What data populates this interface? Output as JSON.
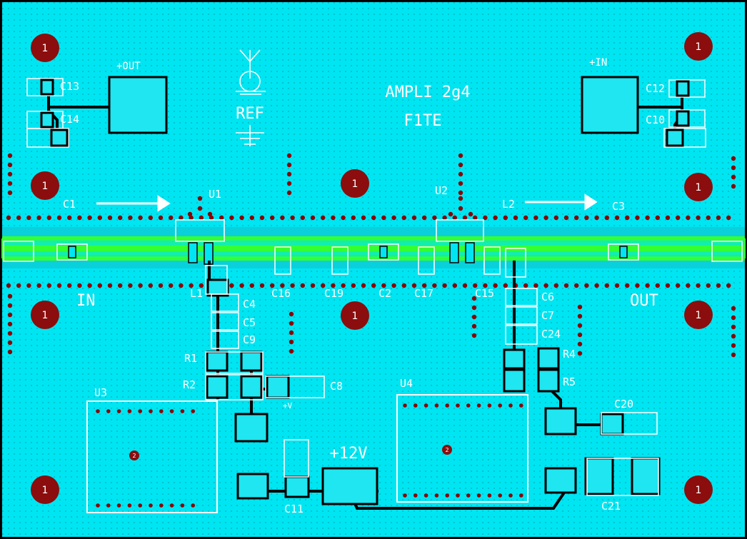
{
  "title": "AMPLI  2g4",
  "subtitle": "F1TE",
  "ref_label": "REF",
  "supply_label": "+12V",
  "plus_v_label": "+V",
  "io": {
    "in": "IN",
    "out": "OUT",
    "plus_out": "+OUT",
    "plus_in": "+IN"
  },
  "mounting_hole_label": "1",
  "module_pin_label": "2",
  "components": {
    "C1": "C1",
    "C2": "C2",
    "C3": "C3",
    "C4": "C4",
    "C5": "C5",
    "C6": "C6",
    "C7": "C7",
    "C8": "C8",
    "C9": "C9",
    "C10": "C10",
    "C11": "C11",
    "C12": "C12",
    "C13": "C13",
    "C14": "C14",
    "C15": "C15",
    "C16": "C16",
    "C17": "C17",
    "C19": "C19",
    "C20": "C20",
    "C21": "C21",
    "C24": "C24",
    "L1": "L1",
    "L2": "L2",
    "R1": "R1",
    "R2": "R2",
    "R4": "R4",
    "R5": "R5",
    "U1": "U1",
    "U2": "U2",
    "U3": "U3",
    "U4": "U4"
  },
  "colors": {
    "board": "#00e5f2",
    "pad": "#1fe6f0",
    "trace": "#000000",
    "microstrip": "#33ff33",
    "silkscreen": "#ffffff",
    "via": "#8b0000",
    "mounting_hole": "#8b0d0d"
  }
}
